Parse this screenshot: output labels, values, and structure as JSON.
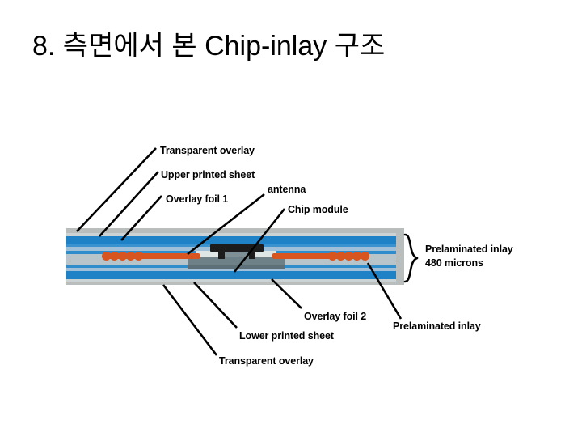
{
  "slide": {
    "title": "8. 측면에서 본 Chip-inlay 구조",
    "background_color": "#ffffff",
    "text_color": "#000000"
  },
  "diagram": {
    "name": "chip-inlay-cross-section",
    "description": "Side view cross-section of a chip inlay smart card laminate stack",
    "colors": {
      "card_edge_gray": "#b9bdbb",
      "transparent_overlay": "#c9cfd2",
      "printed_sheet_blue": "#1f7fc4",
      "overlay_foil_pale": "#a9c4d6",
      "prelaminated_core": "#b6c4c9",
      "antenna_orange": "#d8551f",
      "chip_module_black": "#1d1d1d",
      "chip_body_gray": "#6e7f86"
    },
    "layers_top_to_bottom": [
      {
        "name": "Transparent overlay",
        "color": "#c9cfd2"
      },
      {
        "name": "Upper printed sheet",
        "color": "#1f7fc4"
      },
      {
        "name": "Overlay foil 1",
        "color": "#a9c4d6"
      },
      {
        "name": "Prelaminated inlay core",
        "color": "#b6c4c9"
      },
      {
        "name": "Overlay foil 2",
        "color": "#a9c4d6"
      },
      {
        "name": "Lower printed sheet",
        "color": "#1f7fc4"
      },
      {
        "name": "Transparent overlay",
        "color": "#c9cfd2"
      }
    ],
    "antenna": {
      "label": "antenna",
      "color": "#d8551f",
      "left_bumps": 5,
      "right_bumps": 5
    },
    "chip_module": {
      "label": "Chip module",
      "cap_color": "#1d1d1d",
      "body_color": "#6e7f86"
    }
  },
  "labels": {
    "transparent_overlay_top": "Transparent overlay",
    "upper_printed_sheet": "Upper printed sheet",
    "overlay_foil_1": "Overlay foil 1",
    "antenna": "antenna",
    "chip_module": "Chip module",
    "overlay_foil_2": "Overlay foil 2",
    "lower_printed_sheet": "Lower printed sheet",
    "transparent_overlay_bottom": "Transparent overlay",
    "prelaminated_inlay": "Prelaminated inlay",
    "prelaminated_inlay_brace_line1": "Prelaminated inlay",
    "prelaminated_inlay_brace_line2": "480 microns"
  }
}
